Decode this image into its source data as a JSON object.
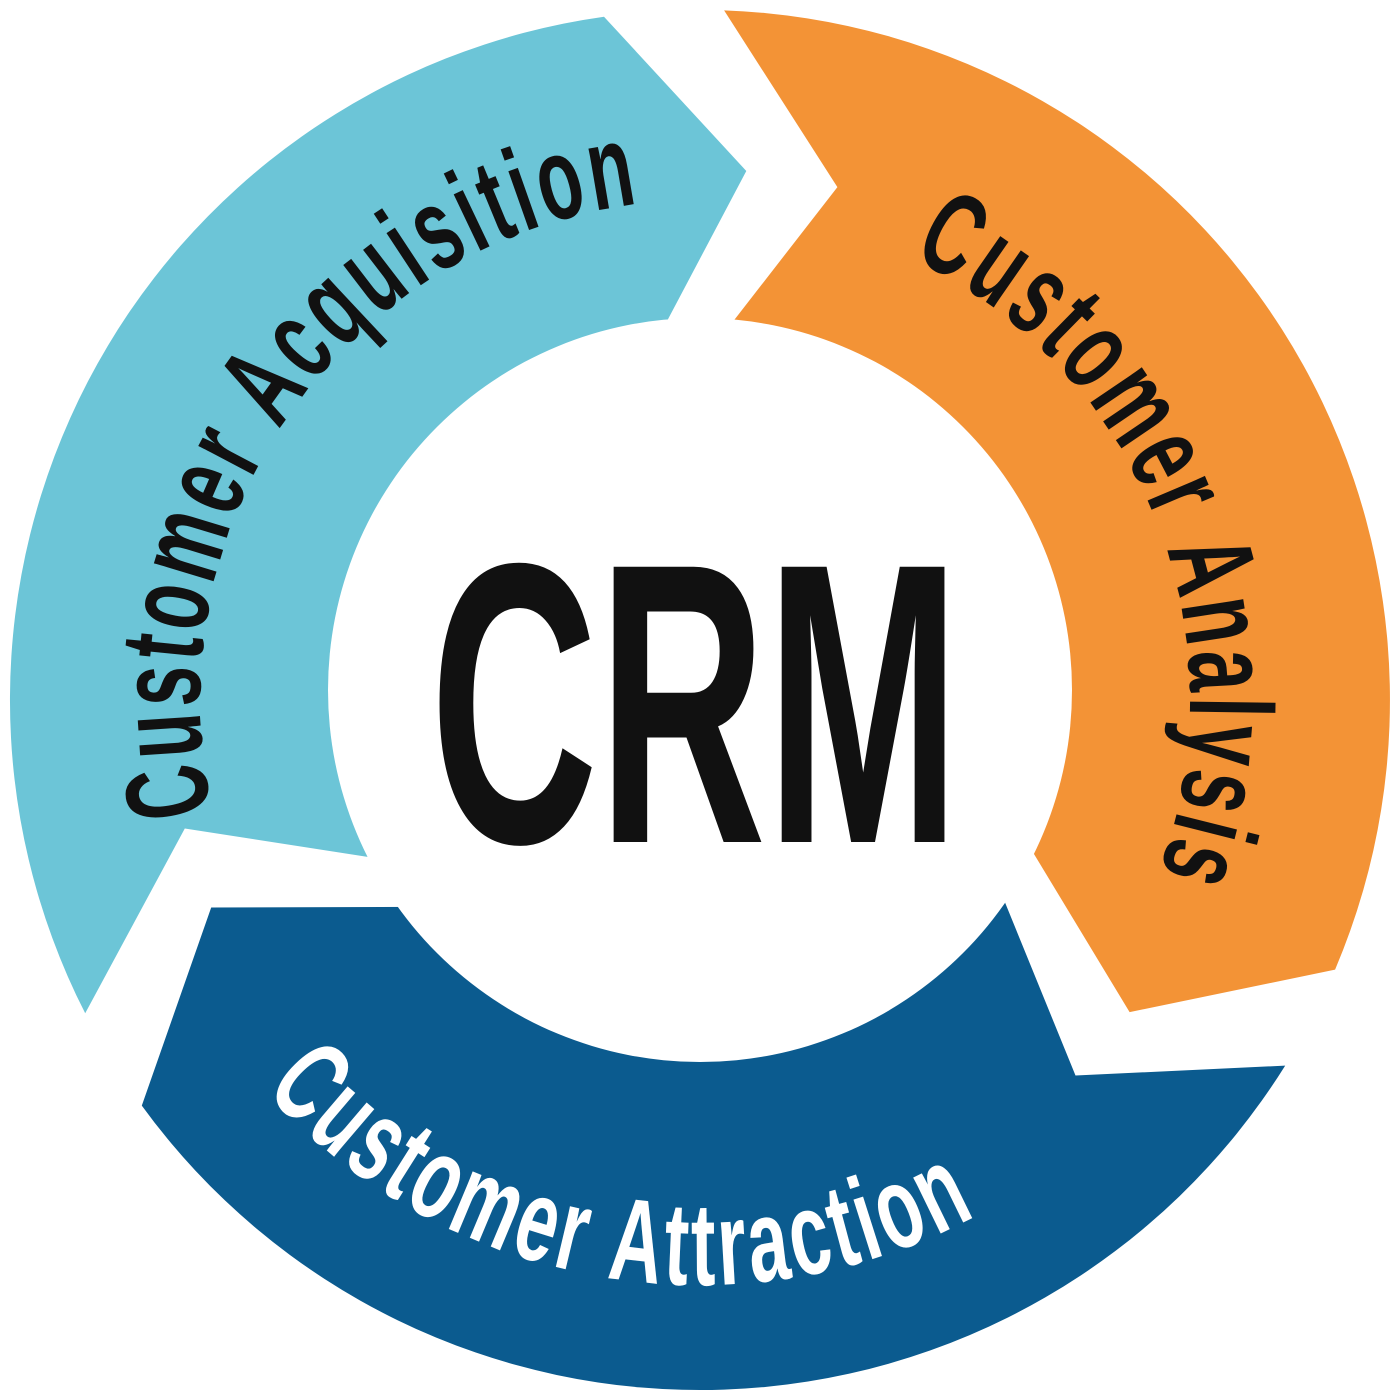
{
  "center_label": "CRM",
  "colors": {
    "acquisition": "#6cc5d7",
    "analysis": "#f39336",
    "attraction": "#0b5b8f",
    "center": "#ffffff"
  },
  "segments": [
    {
      "id": "acquisition",
      "label": "Customer Acquisition",
      "text_color": "#111111"
    },
    {
      "id": "analysis",
      "label": "Customer Analysis",
      "text_color": "#111111"
    },
    {
      "id": "attraction",
      "label": "Customer Attraction",
      "text_color": "#ffffff"
    }
  ]
}
